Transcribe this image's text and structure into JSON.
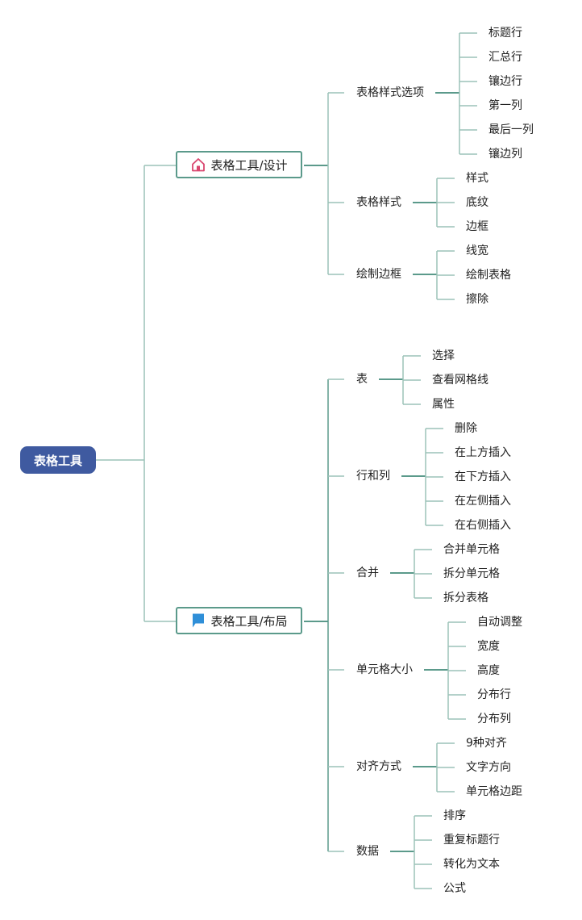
{
  "root": {
    "label": "表格工具"
  },
  "branches": [
    {
      "label": "表格工具/设计",
      "icon": "house-icon",
      "groups": [
        {
          "label": "表格样式选项",
          "items": [
            "标题行",
            "汇总行",
            "镶边行",
            "第一列",
            "最后一列",
            "镶边列"
          ]
        },
        {
          "label": "表格样式",
          "items": [
            "样式",
            "底纹",
            "边框"
          ]
        },
        {
          "label": "绘制边框",
          "items": [
            "线宽",
            "绘制表格",
            "擦除"
          ]
        }
      ]
    },
    {
      "label": "表格工具/布局",
      "icon": "flag-icon",
      "groups": [
        {
          "label": "表",
          "items": [
            "选择",
            "查看网格线",
            "属性"
          ]
        },
        {
          "label": "行和列",
          "items": [
            "删除",
            "在上方插入",
            "在下方插入",
            "在左侧插入",
            "在右侧插入"
          ]
        },
        {
          "label": "合并",
          "items": [
            "合并单元格",
            "拆分单元格",
            "拆分表格"
          ]
        },
        {
          "label": "单元格大小",
          "items": [
            "自动调整",
            "宽度",
            "高度",
            "分布行",
            "分布列"
          ]
        },
        {
          "label": "对齐方式",
          "items": [
            "9种对齐",
            "文字方向",
            "单元格边距"
          ]
        },
        {
          "label": "数据",
          "items": [
            "排序",
            "重复标题行",
            "转化为文本",
            "公式"
          ]
        }
      ]
    }
  ],
  "colors": {
    "root_fill": "#3f5aa0",
    "connector": "#5b9a8b",
    "connector_light": "#9cc2b8",
    "house_icon": "#d9466f",
    "flag_icon": "#2f8fd8"
  }
}
